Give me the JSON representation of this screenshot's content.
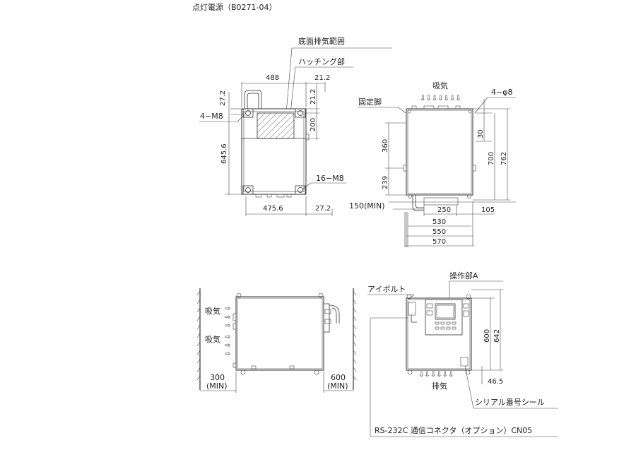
{
  "title": "点灯電源（B0271-04）",
  "top_left_view": {
    "labels": {
      "bottom_exhaust": "底面排気範囲",
      "hatching": "ハッチング部",
      "bolt_4": "4−M8",
      "bolt_16": "16−M8"
    },
    "dims": {
      "top_width": "488",
      "top_right": "21.2",
      "left_top": "27.2",
      "right_top": "21.2",
      "right_200": "200",
      "left_height": "645.6",
      "bottom_width": "475.6",
      "bottom_right": "27.2"
    }
  },
  "top_right_view": {
    "labels": {
      "intake": "吸気",
      "fixed_foot": "固定脚",
      "holes": "4−φ8",
      "min150": "150(MIN)"
    },
    "dims": {
      "d30": "30",
      "d700": "700",
      "d762": "762",
      "d360": "360",
      "d239": "239",
      "d250": "250",
      "d105": "105",
      "d530": "530",
      "d550": "550",
      "d570": "570"
    }
  },
  "bottom_left_view": {
    "labels": {
      "intake_1": "吸気",
      "intake_2": "吸気",
      "left_min_value": "300",
      "left_min_unit": "(MIN)",
      "right_min_value": "600",
      "right_min_unit": "(MIN)"
    }
  },
  "bottom_right_view": {
    "labels": {
      "eyebolt": "アイボルト",
      "panel": "操作部A",
      "exhaust": "排気",
      "serial_seal": "シリアル番号シール",
      "connector": "RS-232C 通信コネクタ（オプション）CN05"
    },
    "dims": {
      "d600": "600",
      "d642": "642",
      "d46_5": "46.5"
    }
  }
}
